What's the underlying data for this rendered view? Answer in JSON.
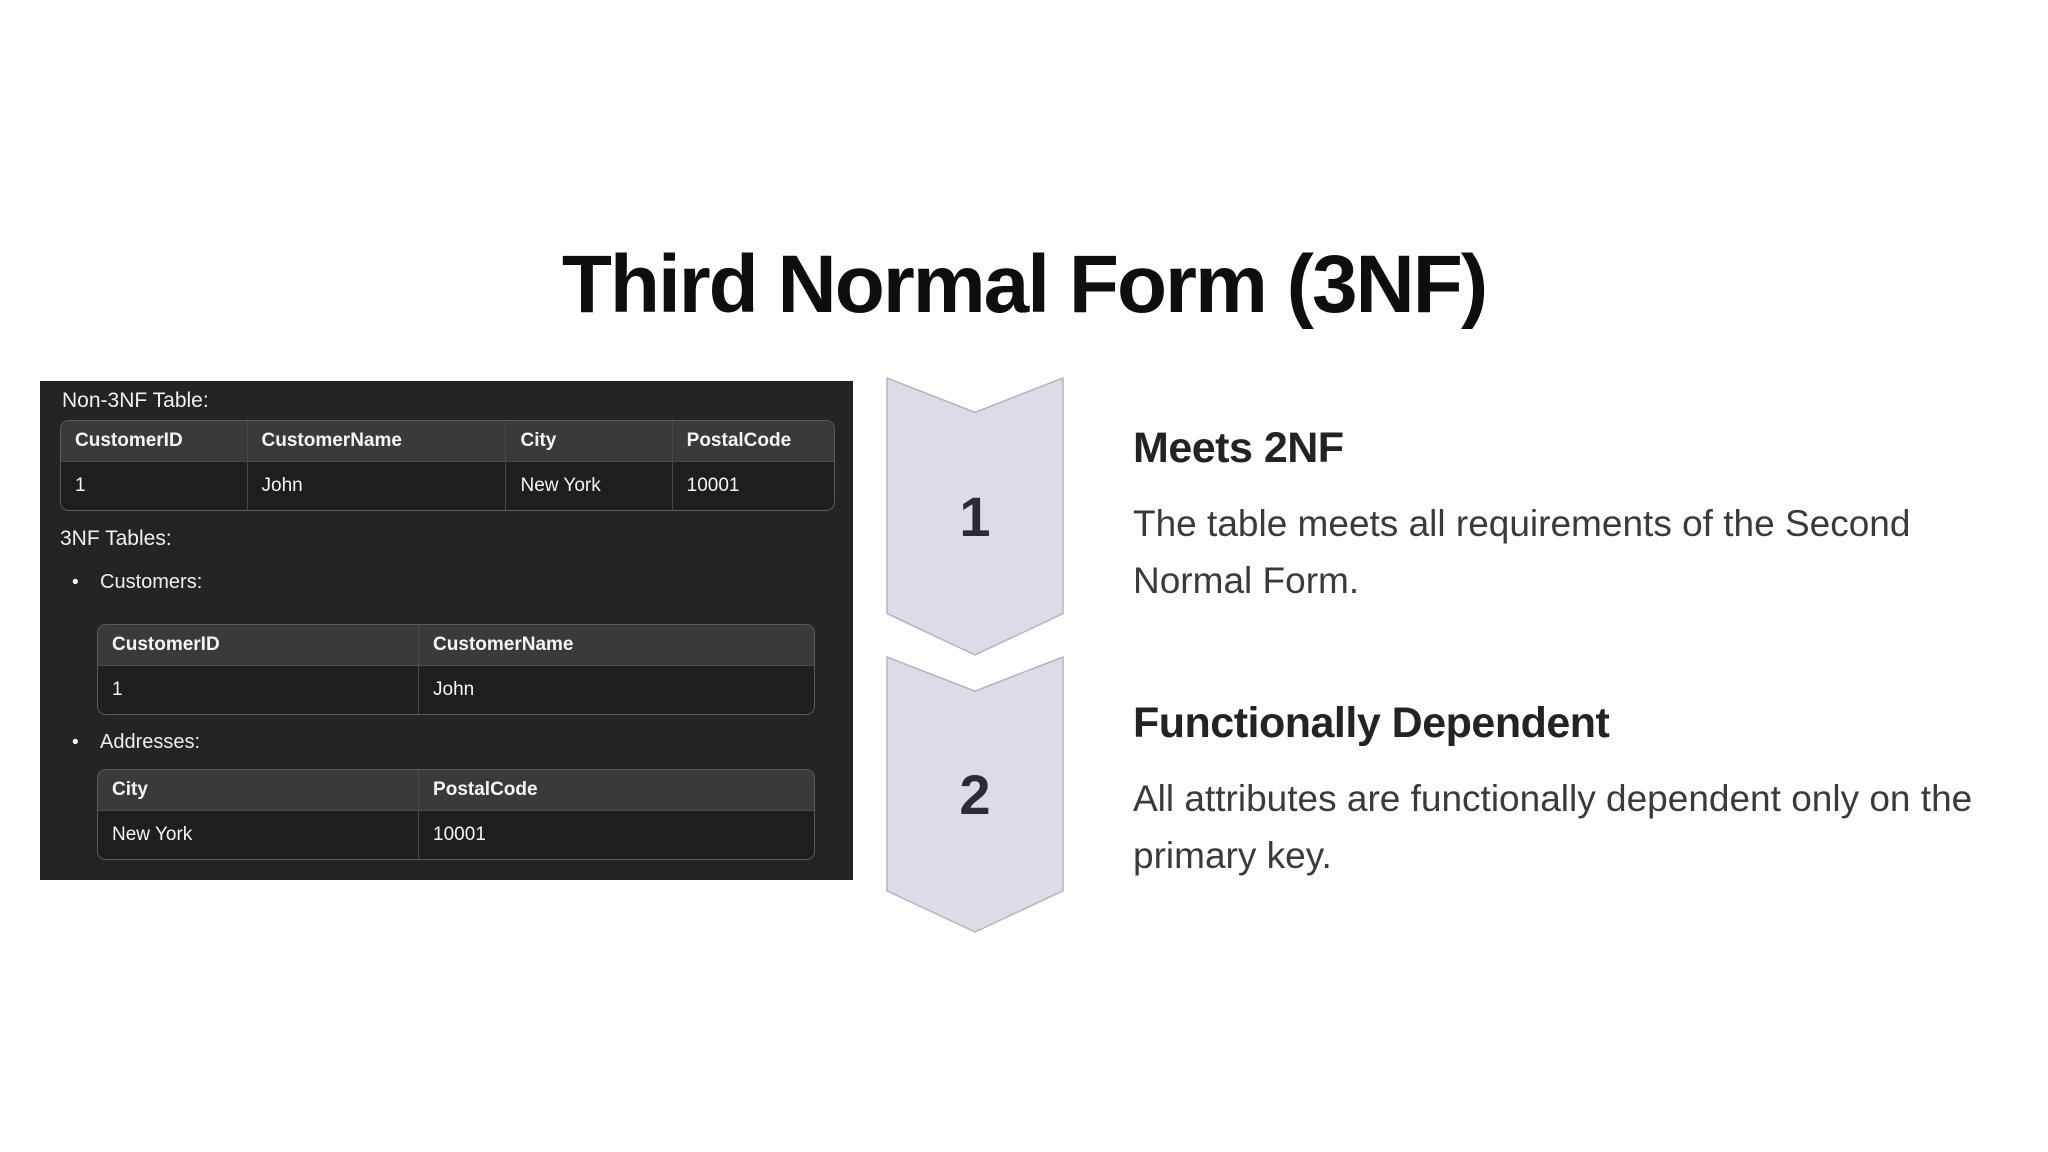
{
  "title": "Third Normal Form (3NF)",
  "panel": {
    "non3nf_label": "Non-3NF Table:",
    "non3nf_table": {
      "headers": [
        "CustomerID",
        "CustomerName",
        "City",
        "PostalCode"
      ],
      "rows": [
        [
          "1",
          "John",
          "New York",
          "10001"
        ]
      ]
    },
    "tables_label": "3NF Tables:",
    "groups": [
      {
        "bullet": "•",
        "label": "Customers:",
        "headers": [
          "CustomerID",
          "CustomerName"
        ],
        "rows": [
          [
            "1",
            "John"
          ]
        ]
      },
      {
        "bullet": "•",
        "label": "Addresses:",
        "headers": [
          "City",
          "PostalCode"
        ],
        "rows": [
          [
            "New York",
            "10001"
          ]
        ]
      }
    ]
  },
  "steps": [
    {
      "number": "1",
      "heading": "Meets 2NF",
      "body": "The table meets all requirements of the Second Normal Form."
    },
    {
      "number": "2",
      "heading": "Functionally Dependent",
      "body": "All attributes are functionally dependent only on the primary key."
    }
  ],
  "colors": {
    "panel_bg": "#242424",
    "table_header_bg": "#3a3a3a",
    "table_row_bg": "#1e1e1e",
    "chevron_fill": "#dcdce9",
    "chevron_border": "#b3b3c2",
    "heading_text": "#232323",
    "body_text": "#3a3a3a"
  }
}
